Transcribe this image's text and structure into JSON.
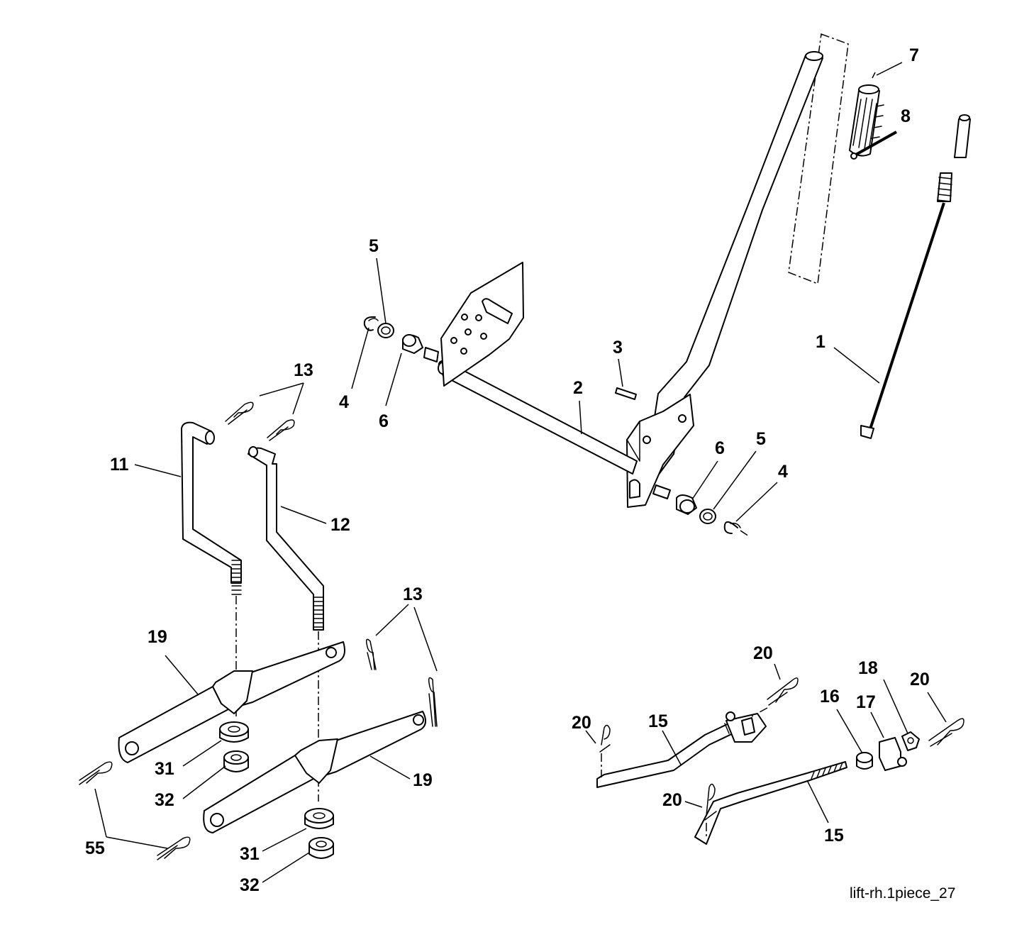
{
  "diagram": {
    "callouts": {
      "c1": "1",
      "c2": "2",
      "c3": "3",
      "c4a": "4",
      "c4b": "4",
      "c5a": "5",
      "c5b": "5",
      "c6a": "6",
      "c6b": "6",
      "c7": "7",
      "c8": "8",
      "c11": "11",
      "c12": "12",
      "c13a": "13",
      "c13b": "13",
      "c15a": "15",
      "c15b": "15",
      "c16": "16",
      "c17": "17",
      "c18": "18",
      "c19a": "19",
      "c19b": "19",
      "c20a": "20",
      "c20b": "20",
      "c20c": "20",
      "c20d": "20",
      "c31a": "31",
      "c31b": "31",
      "c32a": "32",
      "c32b": "32",
      "c55": "55"
    },
    "caption": "lift-rh.1piece_27"
  }
}
